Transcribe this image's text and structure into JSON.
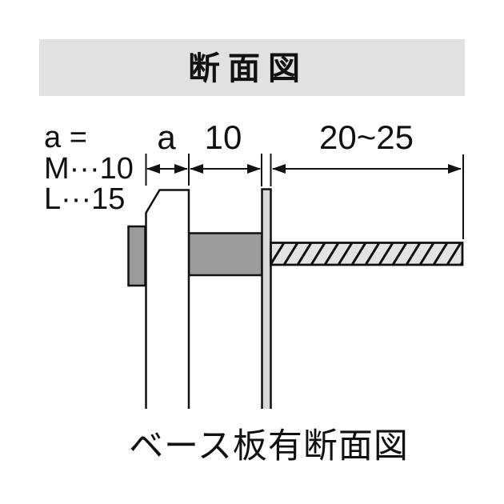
{
  "header": {
    "title": "断面図"
  },
  "legend": {
    "lines": [
      "a =",
      "M···10",
      "L···15"
    ]
  },
  "dimensions": {
    "segment_a_label": "a",
    "segment_b_label": "10",
    "segment_c_label": "20~25"
  },
  "caption": {
    "text": "ベース板有断面図"
  },
  "colors": {
    "background": "#ffffff",
    "banner_bg": "#e1e1e1",
    "ink": "#111111",
    "steel_gray": "#9b9b9b",
    "base_plate_gray": "#d9d9d9",
    "rod_gray": "#e3e3e3"
  }
}
